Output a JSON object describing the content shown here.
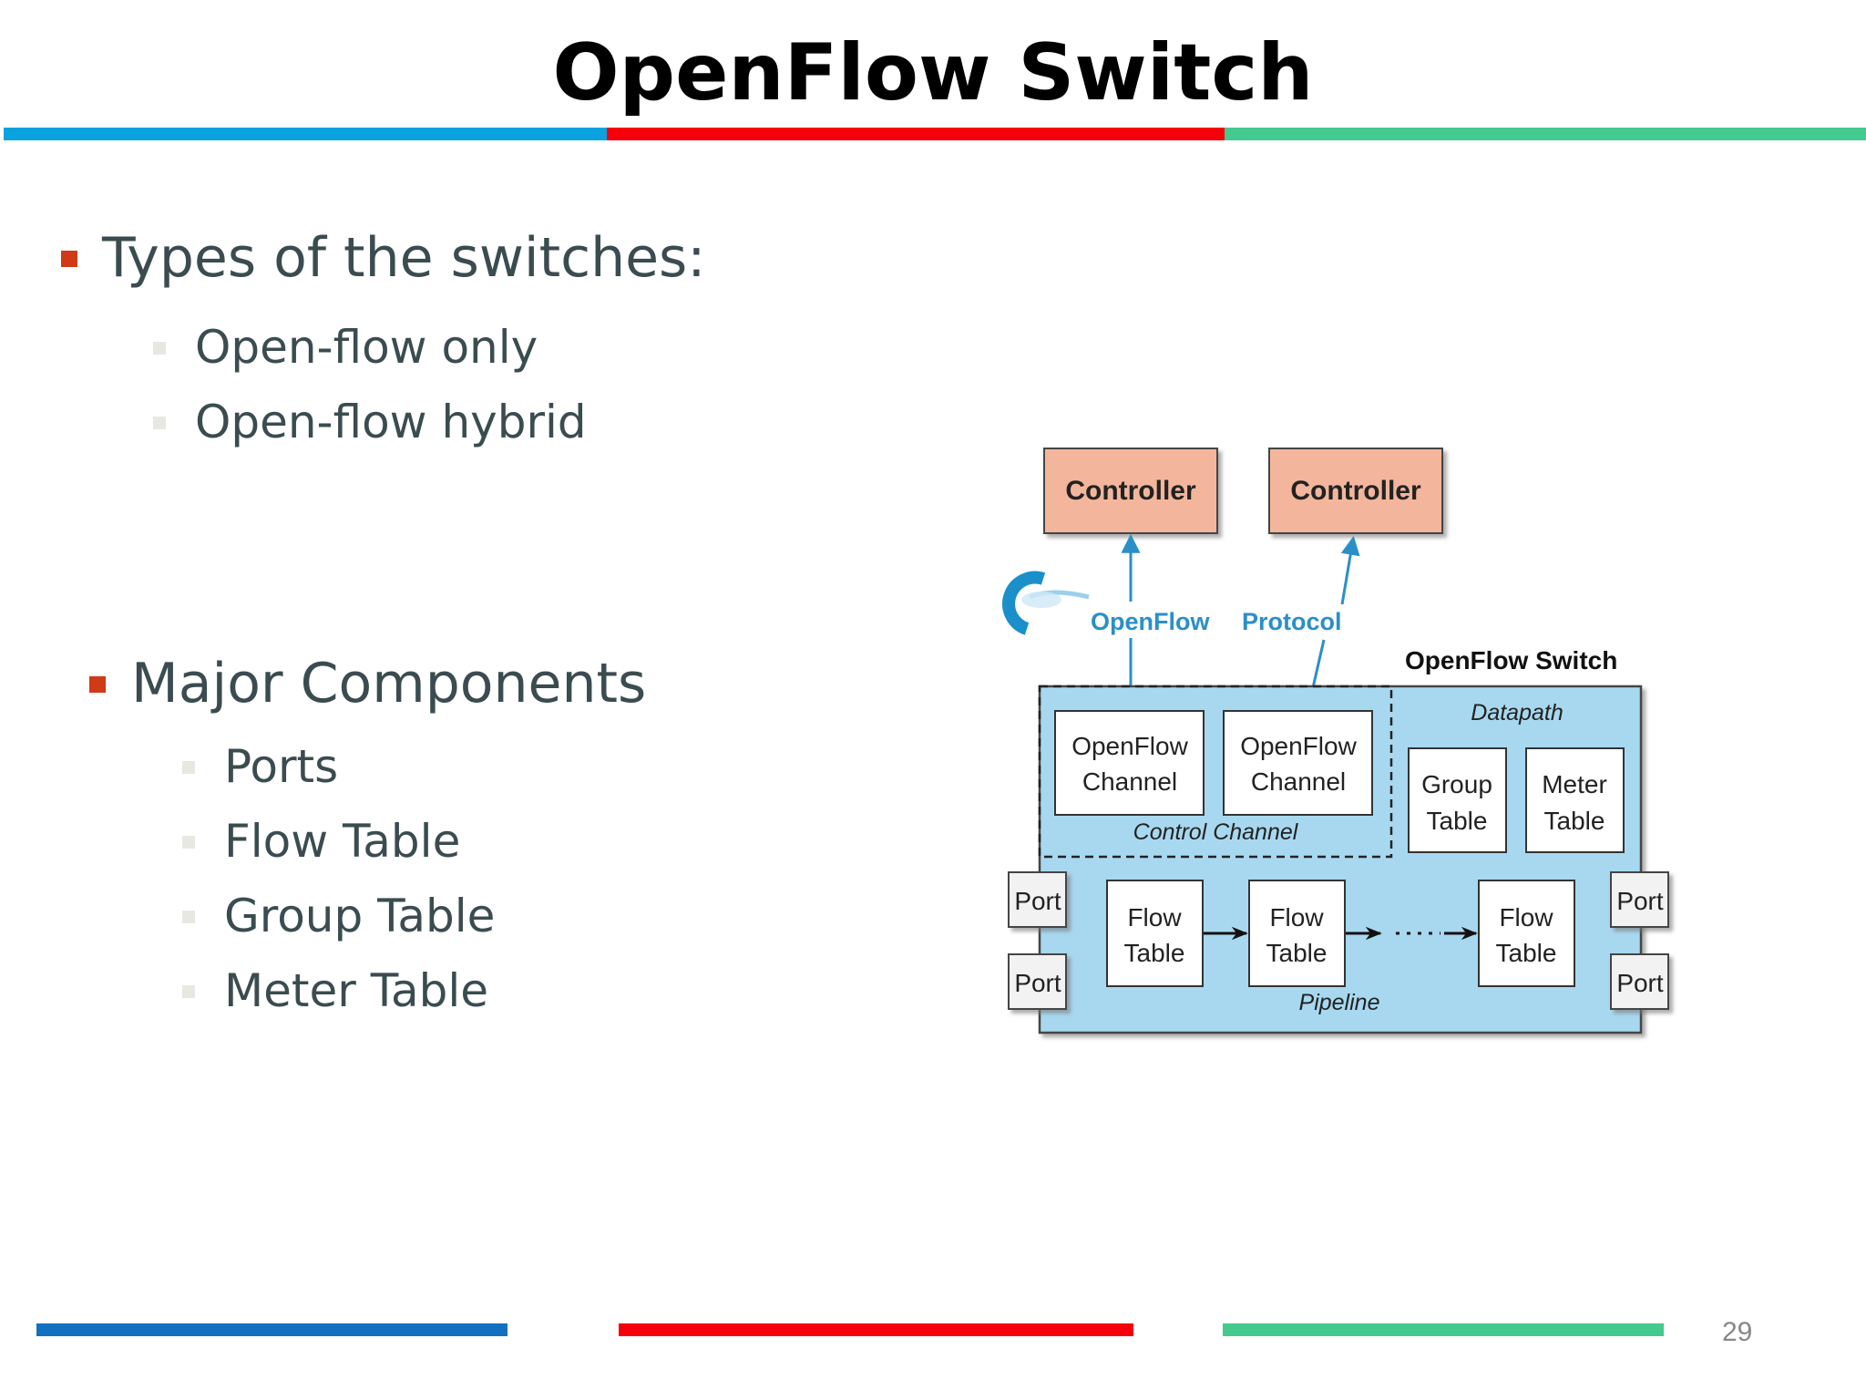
{
  "slide": {
    "title": "OpenFlow Switch",
    "page_number": "29"
  },
  "content": {
    "section1": {
      "heading": "Types of the switches:",
      "items": [
        "Open-flow only",
        "Open-flow hybrid"
      ]
    },
    "section2": {
      "heading": "Major Components",
      "items": [
        "Ports",
        "Flow Table",
        "Group Table",
        "Meter Table"
      ]
    }
  },
  "diagram": {
    "controllers": [
      "Controller",
      "Controller"
    ],
    "protocol_label_part1": "OpenFlow",
    "protocol_label_part2": "Protocol",
    "switch_label": "OpenFlow Switch",
    "datapath_label": "Datapath",
    "channel_line1": "OpenFlow",
    "channel_line2": "Channel",
    "control_channel_label": "Control Channel",
    "group_table": [
      "Group",
      "Table"
    ],
    "meter_table": [
      "Meter",
      "Table"
    ],
    "port_label": "Port",
    "flow_table": [
      "Flow",
      "Table"
    ],
    "pipeline_label": "Pipeline"
  },
  "colors": {
    "bar_blue": "#0aa3df",
    "bar_red": "#f5000a",
    "bar_green": "#44c98e",
    "bullet": "#d03a16",
    "text": "#3b4c50",
    "controller_fill": "#f3b69c",
    "switch_fill": "#a8d8f0",
    "arrow": "#2a8fc8"
  }
}
